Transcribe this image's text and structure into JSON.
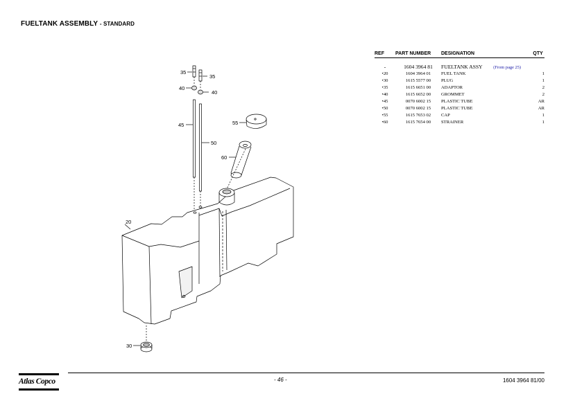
{
  "header": {
    "title": "FUELTANK ASSEMBLY",
    "subtitle": "- STANDARD"
  },
  "table": {
    "headers": {
      "ref": "REF",
      "part": "PART NUMBER",
      "designation": "DESIGNATION",
      "qty": "QTY"
    },
    "assembly": {
      "ref": "-",
      "part": "1604 3964 81",
      "designation": "FUELTANK ASSY",
      "note": "(From page 25)",
      "qty": ""
    },
    "rows": [
      {
        "ref": "•20",
        "part": "1604 3964 01",
        "designation": "FUEL TANK",
        "qty": "1"
      },
      {
        "ref": "•30",
        "part": "1615 5577 00",
        "designation": "PLUG",
        "qty": "1"
      },
      {
        "ref": "•35",
        "part": "1615 6651 00",
        "designation": "ADAPTOR",
        "qty": "2"
      },
      {
        "ref": "•40",
        "part": "1615 6652 00",
        "designation": "GROMMET",
        "qty": "2"
      },
      {
        "ref": "•45",
        "part": "0070 6002 15",
        "designation": "PLASTIC TUBE",
        "qty": "AR"
      },
      {
        "ref": "•50",
        "part": "0070 6002 15",
        "designation": "PLASTIC TUBE",
        "qty": "AR"
      },
      {
        "ref": "•55",
        "part": "1615 7653 02",
        "designation": "CAP",
        "qty": "1"
      },
      {
        "ref": "•60",
        "part": "1615 7654 00",
        "designation": "STRAINER",
        "qty": "1"
      }
    ]
  },
  "callouts": {
    "c35a": "35",
    "c35b": "35",
    "c40a": "40",
    "c40b": "40",
    "c45": "45",
    "c50": "50",
    "c55": "55",
    "c60": "60",
    "c20": "20",
    "c30": "30"
  },
  "footer": {
    "logo": "Atlas Copco",
    "page": "- 46 -",
    "doc_number": "1604 3964 81/00"
  }
}
